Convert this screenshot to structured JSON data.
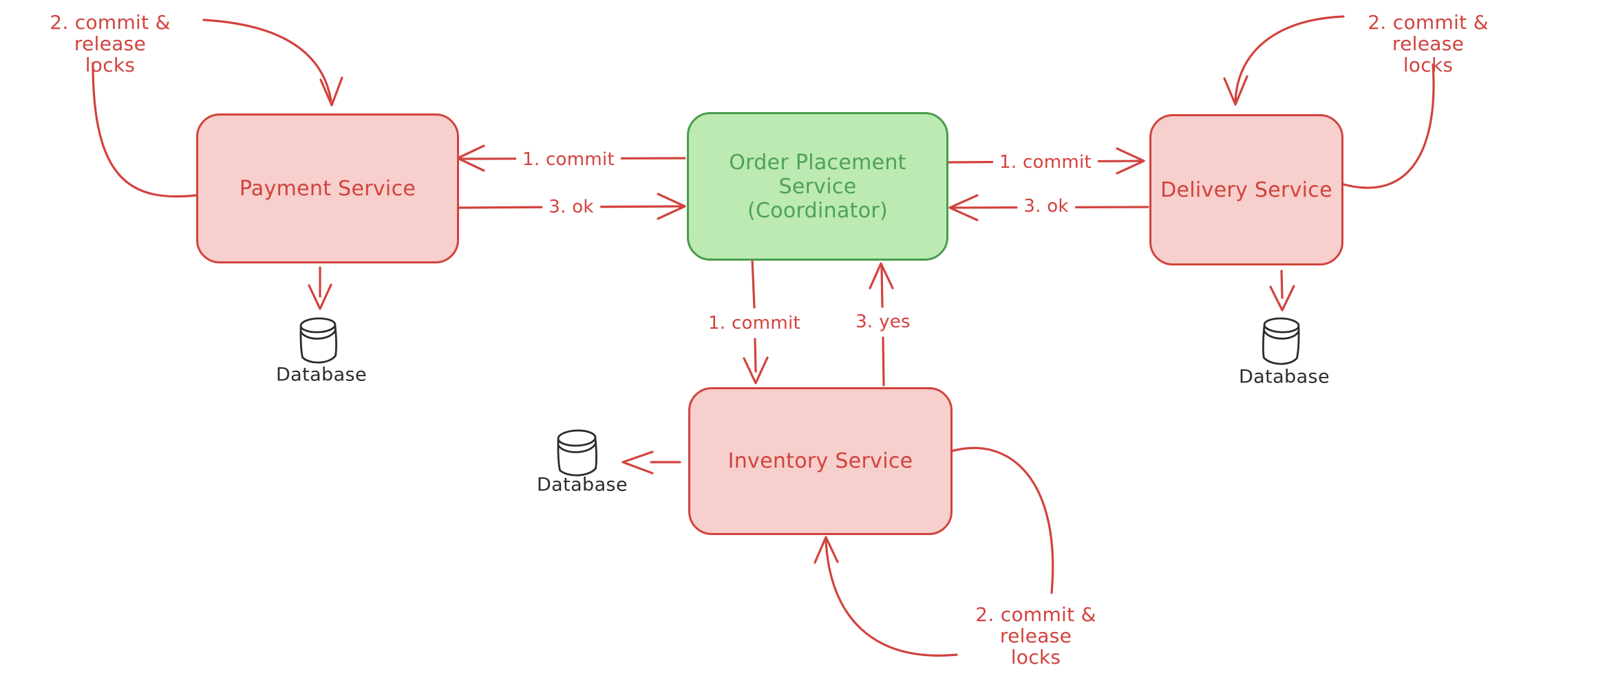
{
  "diagram": {
    "background": "#ffffff",
    "colors": {
      "red_stroke": "#d2423d",
      "red_fill": "#f7cfcc",
      "green_stroke": "#469c4b",
      "green_fill": "#bceab2",
      "green_text": "#4ea254",
      "ink": "#2b2b2b"
    },
    "nodes": {
      "payment": {
        "label": "Payment Service"
      },
      "coordinator": {
        "label_line1": "Order Placement Service",
        "label_line2": "(Coordinator)"
      },
      "delivery": {
        "label": "Delivery Service"
      },
      "inventory": {
        "label": "Inventory Service"
      }
    },
    "databases": {
      "payment": {
        "label": "Database"
      },
      "delivery": {
        "label": "Database"
      },
      "inventory": {
        "label": "Database"
      }
    },
    "edge_labels": {
      "commit_to_payment": "1. commit",
      "ok_from_payment": "3. ok",
      "commit_to_delivery": "1. commit",
      "ok_from_delivery": "3. ok",
      "commit_to_inventory": "1. commit",
      "yes_from_inventory": "3. yes"
    },
    "loop_labels": {
      "payment": {
        "line1": "2. commit & release",
        "line2": "locks"
      },
      "delivery": {
        "line1": "2. commit & release",
        "line2": "locks"
      },
      "inventory": {
        "line1": "2. commit & release",
        "line2": "locks"
      }
    }
  }
}
